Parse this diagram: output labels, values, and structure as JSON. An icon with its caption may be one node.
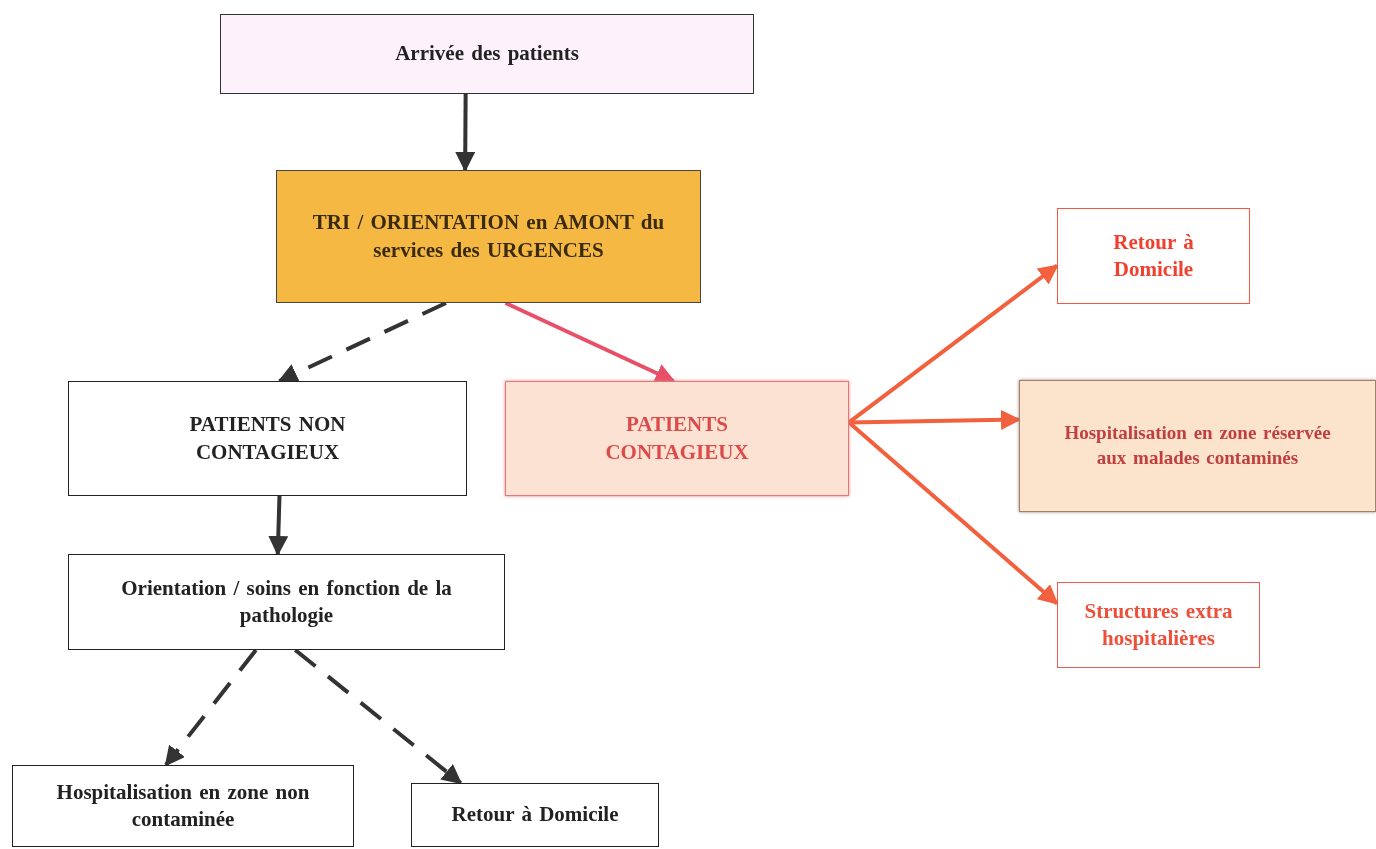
{
  "diagram": {
    "nodes": [
      {
        "text": [
          "Arrivée des patients"
        ]
      },
      {
        "text": [
          "TRI / ORIENTATION en AMONT du services des URGENCES"
        ]
      },
      {
        "text": [
          "PATIENTS NON CONTAGIEUX"
        ]
      },
      {
        "text": [
          "PATIENTS CONTAGIEUX"
        ]
      },
      {
        "text": [
          "Retour à Domicile"
        ]
      },
      {
        "text": [
          "Hospitalisation en zone réservée aux malades contaminés"
        ]
      },
      {
        "text": [
          "Structures extra hospitalières"
        ]
      },
      {
        "text": [
          "Orientation / soins en fonction de la pathologie"
        ]
      },
      {
        "text": [
          "Hospitalisation en zone non contaminée"
        ]
      },
      {
        "text": [
          "Retour à Domicile"
        ]
      }
    ],
    "edges": [
      {
        "from": 0,
        "to": 1,
        "arrow": "to"
      },
      {
        "from": 1,
        "to": 2,
        "arrow": "to",
        "style": "dashed"
      },
      {
        "from": 1,
        "to": 3,
        "arrow": "to",
        "color": "#e8506a"
      },
      {
        "from": 3,
        "to": 4,
        "arrow": "to",
        "color": "#f2603e"
      },
      {
        "from": 3,
        "to": 5,
        "arrow": "to",
        "color": "#f2603e"
      },
      {
        "from": 3,
        "to": 6,
        "arrow": "to",
        "color": "#f2603e"
      },
      {
        "from": 2,
        "to": 7,
        "arrow": "to"
      },
      {
        "from": 7,
        "to": 8,
        "arrow": "to",
        "style": "dashed"
      },
      {
        "from": 7,
        "to": 9,
        "arrow": "to",
        "style": "dashed"
      }
    ]
  }
}
